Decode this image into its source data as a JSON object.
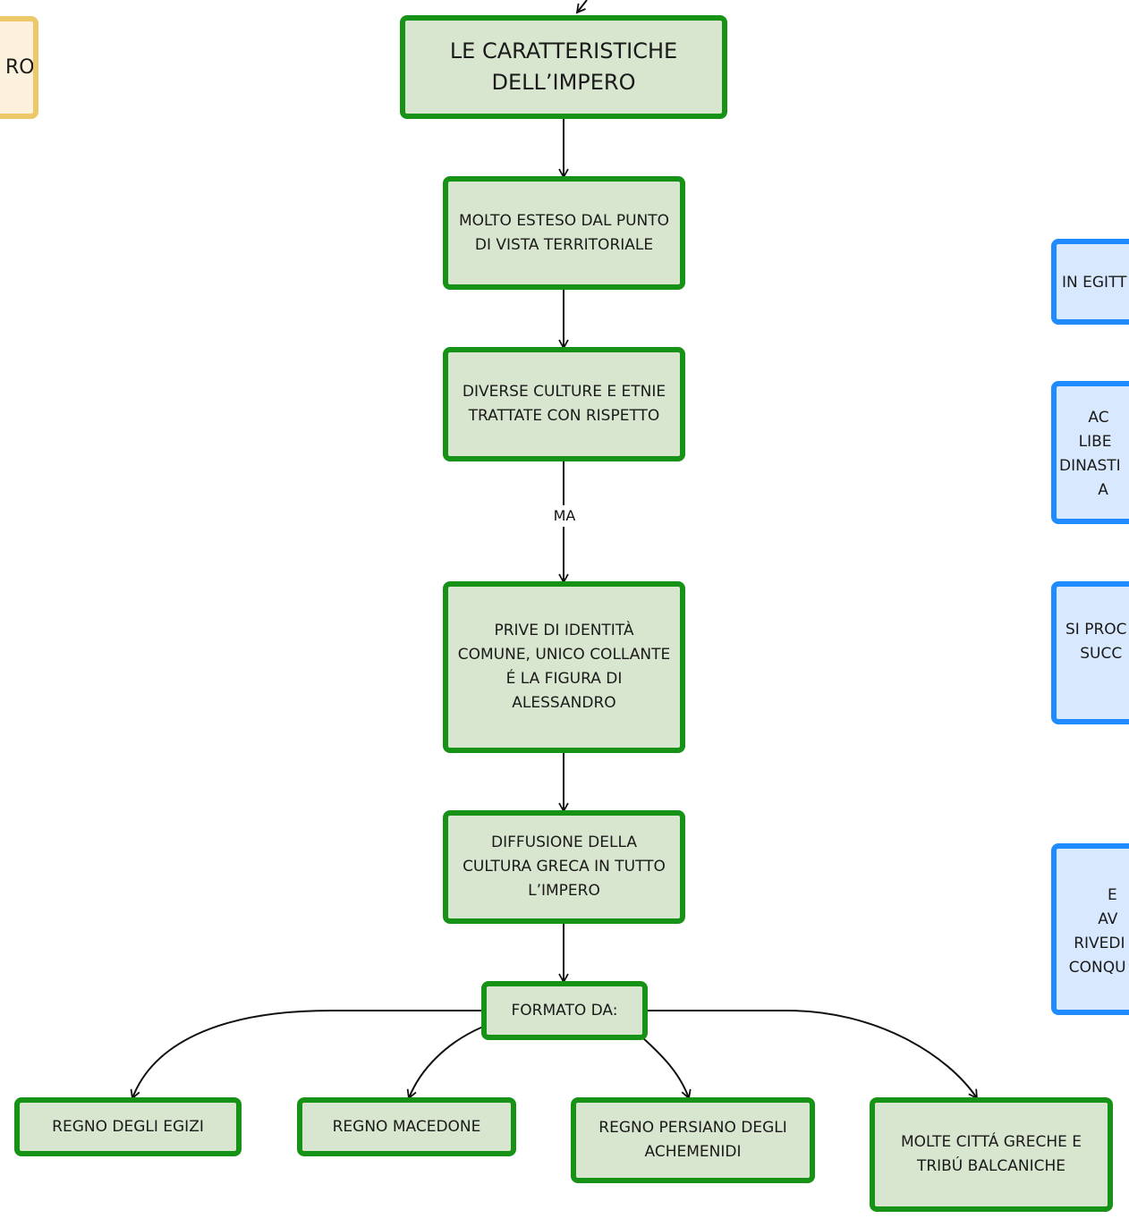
{
  "diagram": {
    "title": "LE CARATTERISTICHE\nDELL’IMPERO",
    "left_partial": "RO",
    "chain": [
      "MOLTO ESTESO DAL PUNTO\nDI VISTA TERRITORIALE",
      "DIVERSE CULTURE E ETNIE\nTRATTATE CON RISPETTO",
      "PRIVE DI IDENTITÀ\nCOMUNE, UNICO COLLANTE\nÉ LA FIGURA DI\nALESSANDRO",
      "DIFFUSIONE DELLA\nCULTURA GRECA IN TUTTO\nL’IMPERO"
    ],
    "connector_label": "MA",
    "formato": "FORMATO DA:",
    "leaves": [
      "REGNO DEGLI EGIZI",
      "REGNO MACEDONE",
      "REGNO PERSIANO DEGLI\nACHEMENIDI",
      "MOLTE CITTÁ GRECHE E\nTRIBÚ BALCANICHE"
    ],
    "right_partial": [
      "IN EGITT",
      "      AC\n    LIBE\nDINASTI\n        A",
      "SI PROC\n   SUCC",
      "          E\n        AV\n   RIVEDI\n  CONQU"
    ],
    "colors": {
      "green_border": "#169216",
      "green_fill": "#d9e6cf",
      "blue_border": "#1f8bff",
      "blue_fill": "#d8e9ff",
      "yellow_border": "#ecc868",
      "yellow_fill": "#fbf1dc"
    }
  }
}
